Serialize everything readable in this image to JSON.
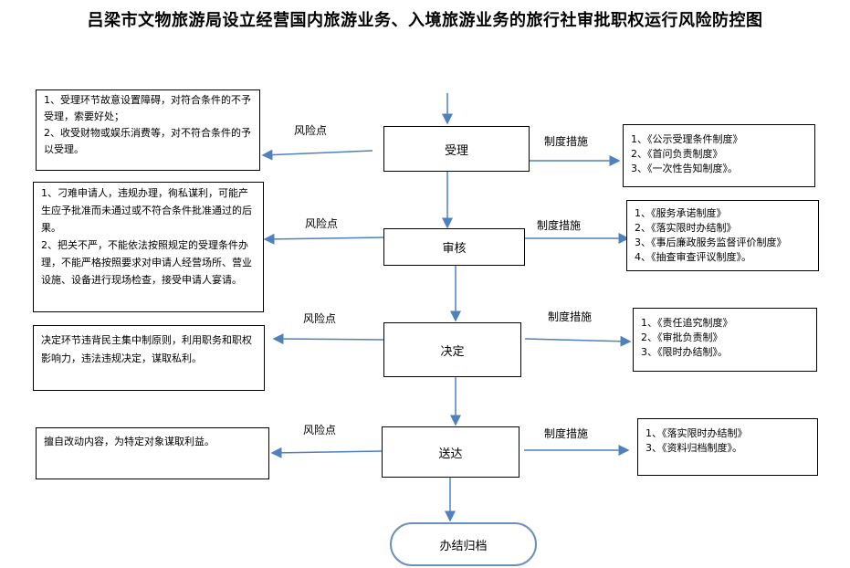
{
  "title": "吕梁市文物旅游局设立经营国内旅游业务、入境旅游业务的旅行社审批职权运行风险防控图",
  "labels": {
    "risk": "风险点",
    "measure": "制度措施"
  },
  "steps": [
    {
      "name": "受理",
      "risks": [
        "1、受理环节故意设置障碍，对符合条件的不予受理，索要好处；",
        "2、收受财物或娱乐消费等，对不符合条件的予以受理。"
      ],
      "measures": [
        "1、《公示受理条件制度》",
        "2、《首问负责制度》",
        "3、《一次性告知制度》。"
      ]
    },
    {
      "name": "审核",
      "risks": [
        "1、刁难申请人，违规办理，徇私谋利，可能产生应予批准而未通过或不符合条件批准通过的后果。",
        "2、把关不严，不能依法按照规定的受理条件办理，不能严格按照要求对申请人经营场所、营业设施、设备进行现场检查，接受申请人宴请。"
      ],
      "measures": [
        "1、《服务承诺制度》",
        "2、《落实限时办结制》",
        "3、《事后廉政服务监督评价制度》",
        "4、《抽查审查评议制度》。"
      ]
    },
    {
      "name": "决定",
      "risks": [
        "决定环节违背民主集中制原则，利用职务和职权影响力，违法违规决定，谋取私利。"
      ],
      "measures": [
        "1、《责任追究制度》",
        "2、《审批负责制》",
        "3、《限时办结制》。"
      ]
    },
    {
      "name": "送达",
      "risks": [
        "擅自改动内容，为特定对象谋取利益。"
      ],
      "measures": [
        "1、《落实限时办结制》",
        "3、《资料归档制度》。"
      ]
    }
  ],
  "end": "办结归档"
}
